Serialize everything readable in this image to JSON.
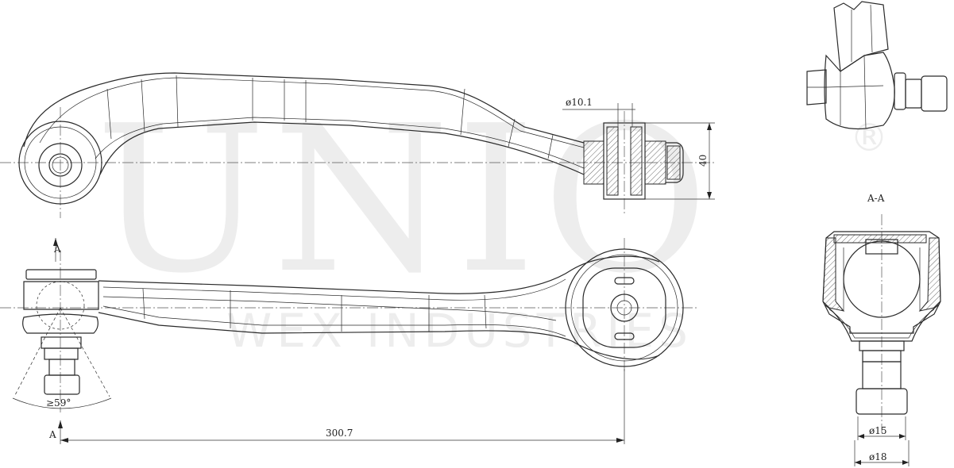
{
  "watermark": {
    "brand": "UNIO",
    "registered": "®",
    "subtitle": "WEX INDUSTRIES"
  },
  "dimensions": {
    "bush_inner_diameter": "ø10.1",
    "bush_height": "40",
    "overall_length": "300.7",
    "angle": "≥59°",
    "stud_diameter": "ø15",
    "ball_housing_diameter": "ø18"
  },
  "section": {
    "marker_top": "A",
    "marker_bottom": "A",
    "title": "A-A"
  }
}
